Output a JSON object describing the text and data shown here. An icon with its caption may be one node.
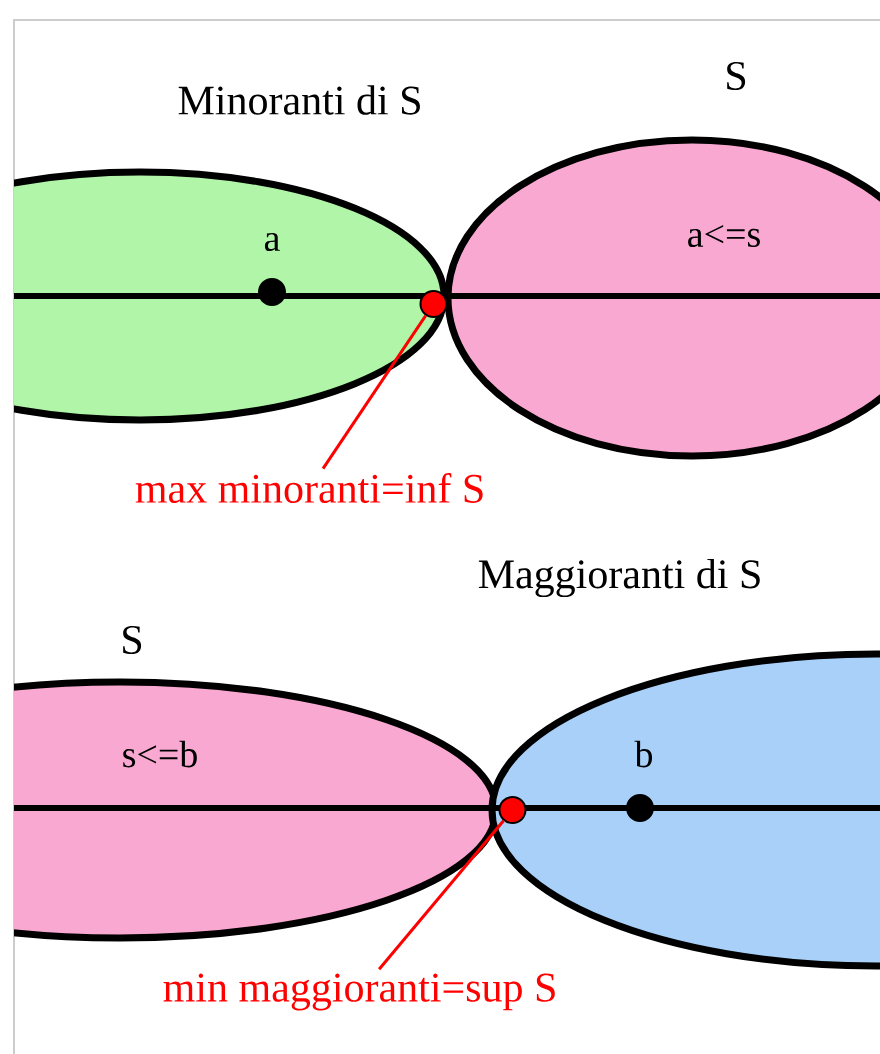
{
  "diagram": {
    "nodes": [
      {
        "text": [
          "Minoranti di S",
          "a"
        ]
      },
      {
        "text": [
          "S",
          "a<=s"
        ]
      },
      {
        "text": [],
        "shape": "circle",
        "in": 0
      },
      {
        "text": [
          "max minoranti=inf S"
        ]
      },
      {
        "text": [
          "S",
          "s<=b"
        ]
      },
      {
        "text": [
          "Maggioranti di S",
          "b"
        ]
      },
      {
        "text": [],
        "shape": "circle",
        "in": 5
      },
      {
        "text": [
          "min maggioranti=sup S"
        ]
      }
    ],
    "edges": [
      {
        "from": 3,
        "to": 2,
        "arrow": "none"
      },
      {
        "from": 7,
        "to": 6,
        "arrow": "none"
      }
    ]
  }
}
